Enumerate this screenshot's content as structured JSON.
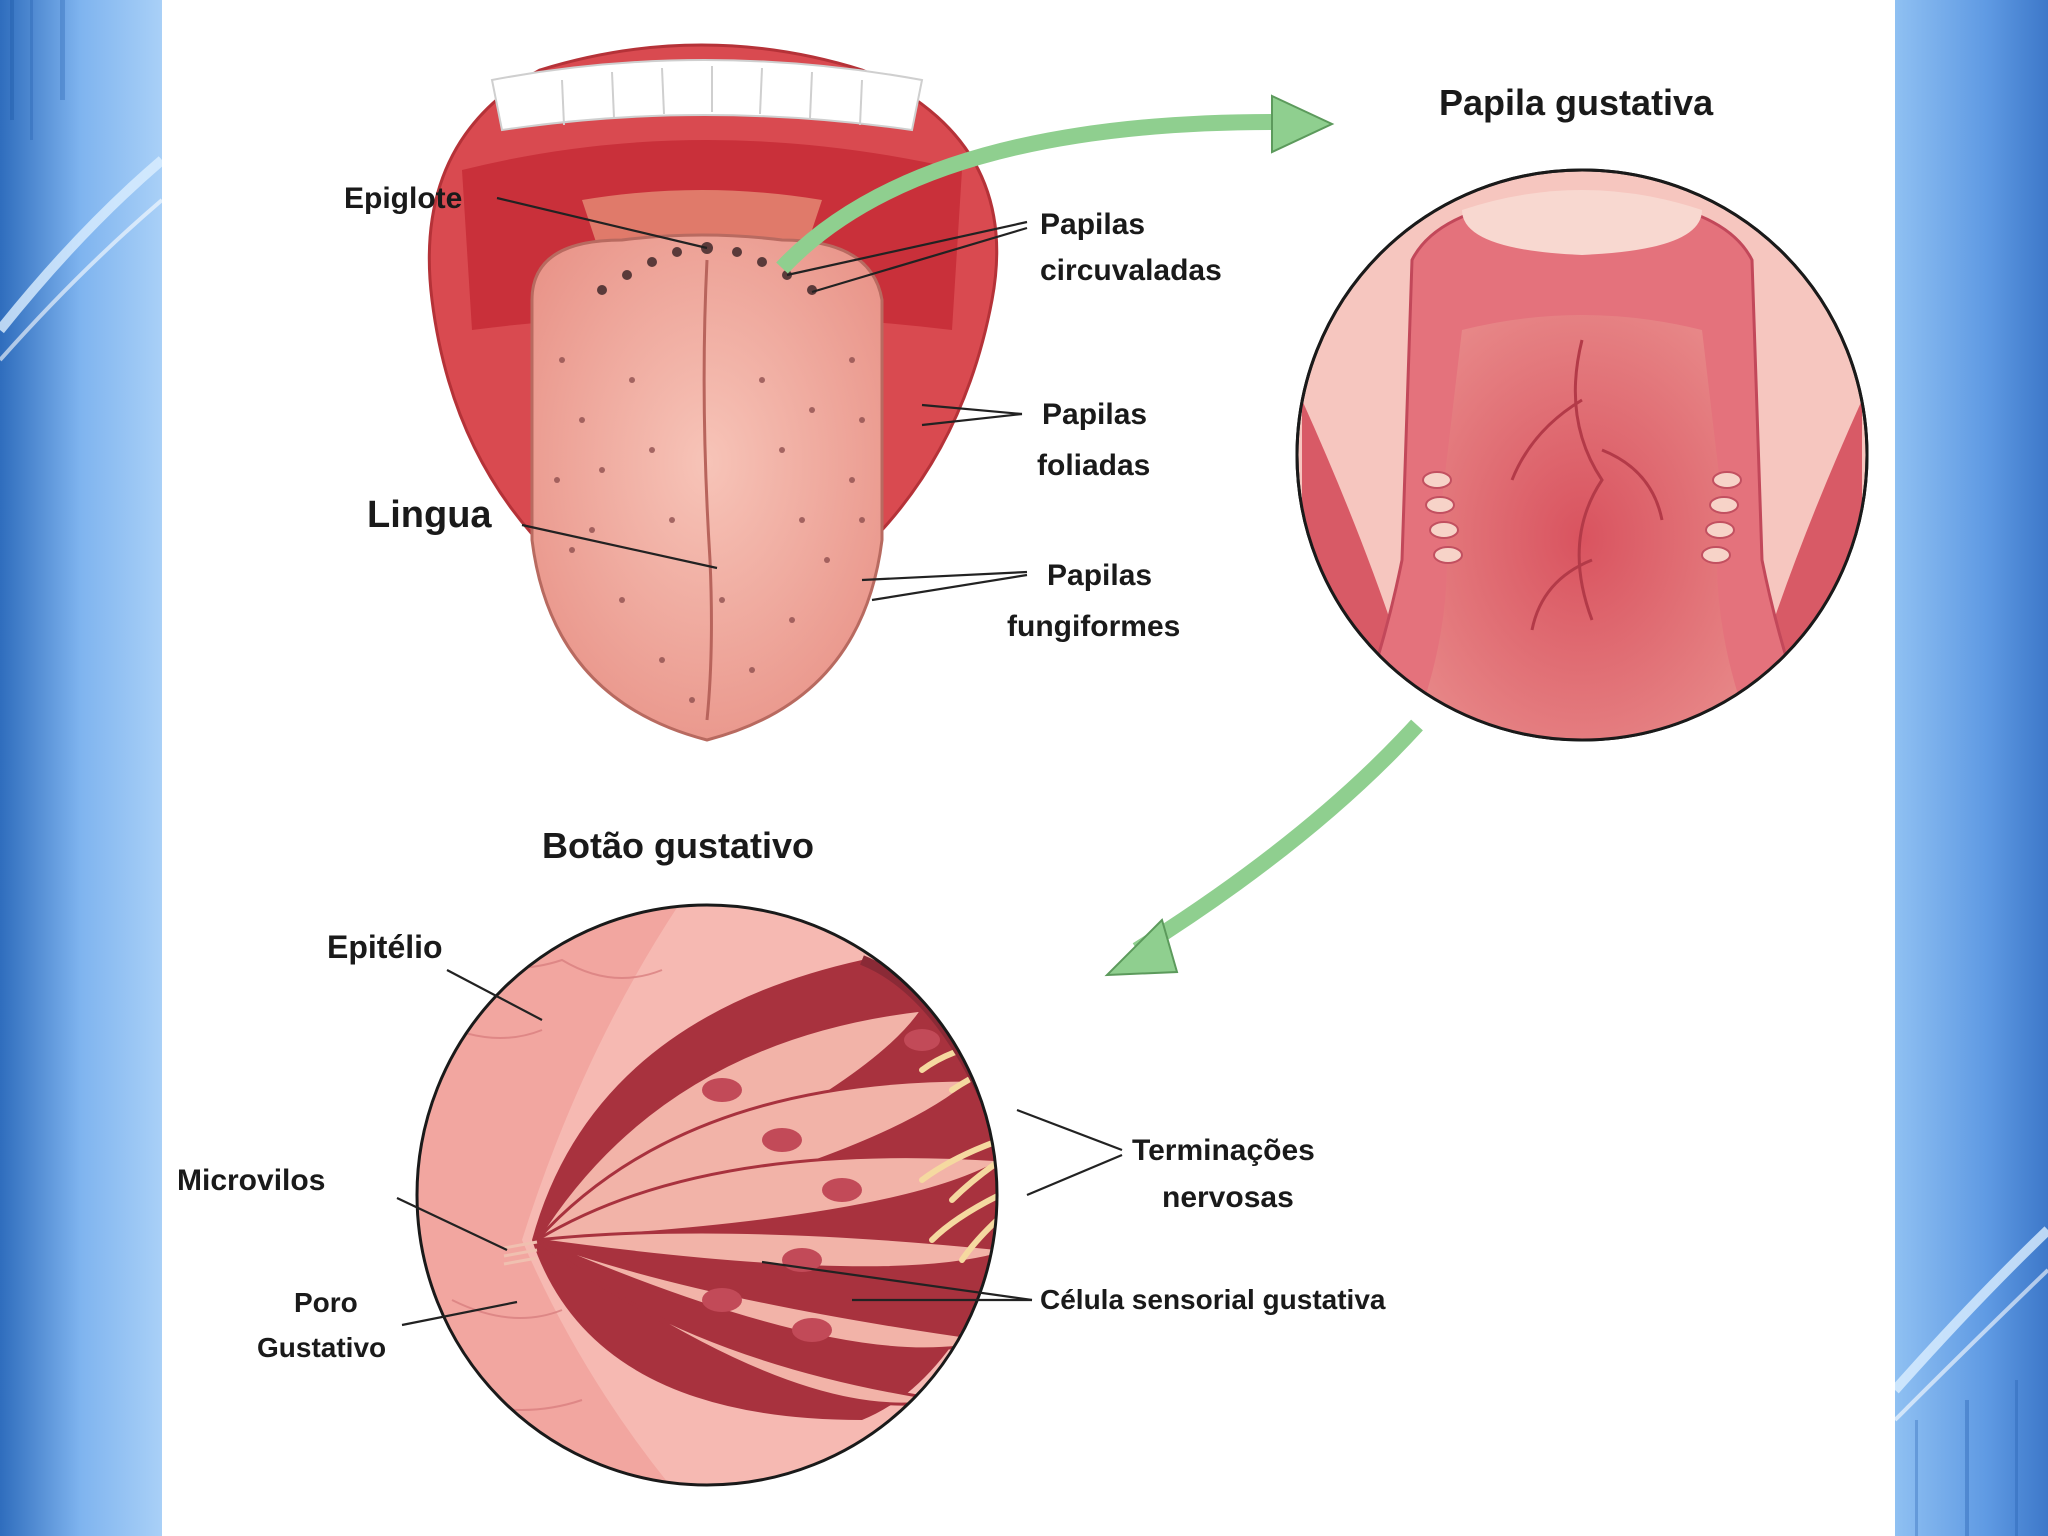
{
  "labels": {
    "epiglote": "Epiglote",
    "papilas_circuvaladas": [
      "Papilas",
      "circuvaladas"
    ],
    "papilas_foliadas": [
      "Papilas",
      "foliadas"
    ],
    "lingua": "Lingua",
    "papilas_fungiformes": [
      "Papilas",
      "fungiformes"
    ],
    "papila_gustativa": "Papila gustativa",
    "botao_gustativo": "Botão gustativo",
    "epitelio": "Epitélio",
    "microvilos": "Microvilos",
    "poro_gustativo": [
      "Poro",
      "Gustativo"
    ],
    "terminacoes_nervosas": [
      "Terminações",
      "nervosas"
    ],
    "celula_sensorial": "Célula sensorial gustativa"
  },
  "colors": {
    "slide_background": "#ffffff",
    "side_gradient": "#6aa6ea",
    "arrow": "#8fcf8f",
    "tongue": "#f0aaa0",
    "tissue": "#e0707a",
    "bud_cells": "#f2b3a8",
    "nerves": "#f5d9a0"
  }
}
